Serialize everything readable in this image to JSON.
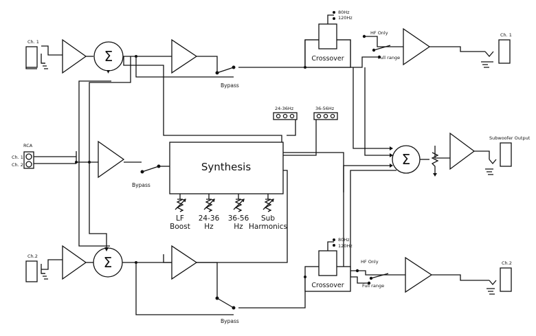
{
  "labels": {
    "ch1_in": "Ch. 1",
    "ch2_in": "Ch.2",
    "rca": "RCA",
    "rca_ch1": "Ch. 1",
    "rca_ch2": "Ch. 2",
    "sum_symbol": "Σ",
    "bypass": "Bypass",
    "crossover": "Crossover",
    "xo_80": "80Hz",
    "xo_120": "120Hz",
    "hf_only": "HF Only",
    "full_range": "Full range",
    "ch1_out": "Ch. 1",
    "ch2_out": "Ch.2",
    "subwoofer_output": "Subwoofer Output",
    "synthesis": "Synthesis",
    "jumper_24_36": "24-36Hz",
    "jumper_36_56": "36-56Hz",
    "pot_lf_1": "LF",
    "pot_lf_2": "Boost",
    "pot_2436_1": "24-36",
    "pot_2436_2": "Hz",
    "pot_3656_1": "36-56",
    "pot_3656_2": "Hz",
    "pot_sub_1": "Sub",
    "pot_sub_2": "Harmonics"
  }
}
